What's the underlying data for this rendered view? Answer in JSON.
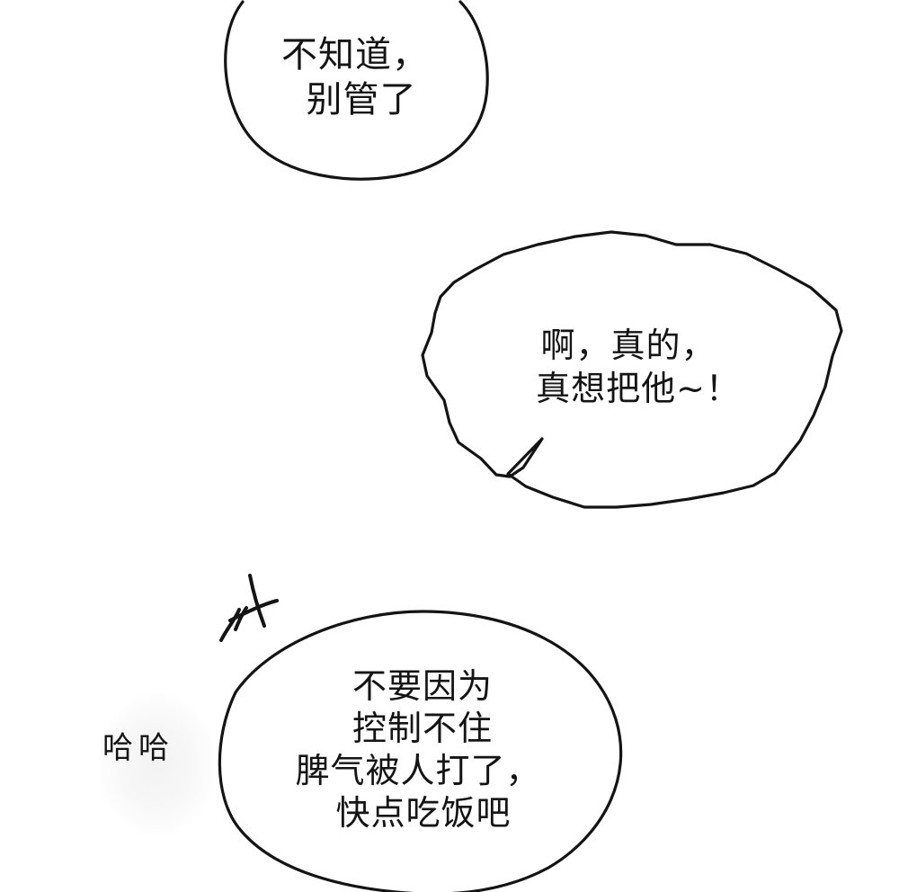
{
  "bubbles": [
    {
      "lines": [
        "不知道，",
        "别管了"
      ]
    },
    {
      "lines": [
        "啊，真的，",
        "真想把他~！"
      ]
    },
    {
      "lines": [
        "不要因为",
        "控制不住",
        "脾气被人打了，",
        "快点吃饭吧"
      ]
    }
  ],
  "sound_effect": "哈哈",
  "colors": {
    "ink": "#141414",
    "paper": "#ffffff"
  }
}
